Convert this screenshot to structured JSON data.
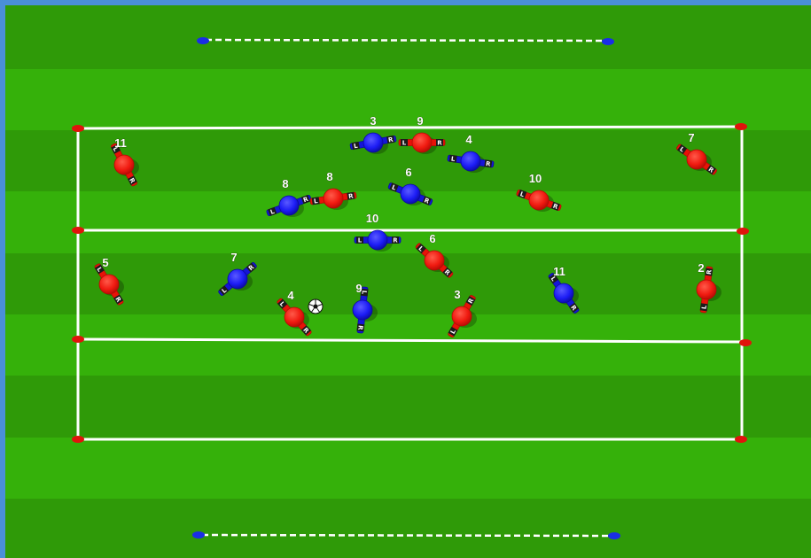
{
  "colors": {
    "stripe_dark": "#2f9a08",
    "stripe_light": "#35b10a",
    "line": "#ffffff",
    "team_red": "#ff1a0f",
    "team_red_dark": "#b50a05",
    "team_blue": "#1a1aff",
    "team_blue_dark": "#0b0b9e",
    "cone_red": "#e0140c",
    "cone_blue": "#1a2ee6",
    "frame_border": "#4a8fd8"
  },
  "ball": {
    "icon": "soccer-ball-icon"
  },
  "players": [
    {
      "team": "blue",
      "number": "3",
      "label_L": "L",
      "label_R": "R"
    },
    {
      "team": "red",
      "number": "9",
      "label_L": "L",
      "label_R": "R"
    },
    {
      "team": "blue",
      "number": "4",
      "label_L": "L",
      "label_R": "R"
    },
    {
      "team": "red",
      "number": "11",
      "label_L": "L",
      "label_R": "R"
    },
    {
      "team": "red",
      "number": "7",
      "label_L": "L",
      "label_R": "R"
    },
    {
      "team": "blue",
      "number": "8",
      "label_L": "L",
      "label_R": "R"
    },
    {
      "team": "red",
      "number": "8",
      "label_L": "L",
      "label_R": "R"
    },
    {
      "team": "blue",
      "number": "6",
      "label_L": "L",
      "label_R": "R"
    },
    {
      "team": "red",
      "number": "10",
      "label_L": "L",
      "label_R": "R"
    },
    {
      "team": "blue",
      "number": "10",
      "label_L": "L",
      "label_R": "R"
    },
    {
      "team": "red",
      "number": "6",
      "label_L": "L",
      "label_R": "R"
    },
    {
      "team": "red",
      "number": "5",
      "label_L": "L",
      "label_R": "R"
    },
    {
      "team": "blue",
      "number": "7",
      "label_L": "L",
      "label_R": "R"
    },
    {
      "team": "red",
      "number": "4",
      "label_L": "L",
      "label_R": "R"
    },
    {
      "team": "blue",
      "number": "9",
      "label_L": "L",
      "label_R": "R"
    },
    {
      "team": "red",
      "number": "3",
      "label_L": "L",
      "label_R": "R"
    },
    {
      "team": "blue",
      "number": "11",
      "label_L": "L",
      "label_R": "R"
    },
    {
      "team": "red",
      "number": "2",
      "label_L": "L",
      "label_R": "R"
    }
  ]
}
